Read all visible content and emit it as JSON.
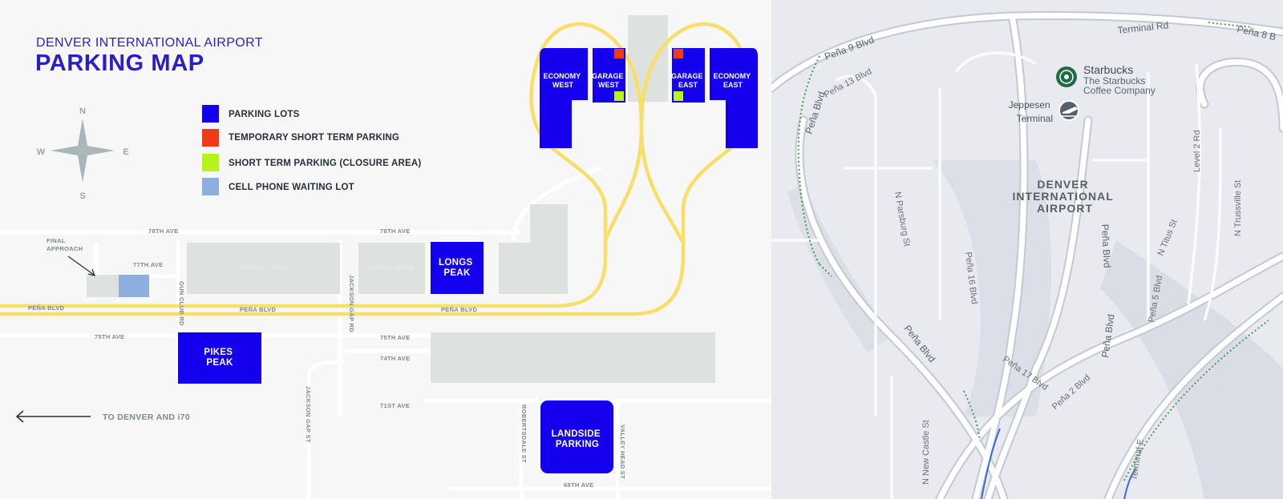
{
  "map": {
    "subtitle": "DENVER INTERNATIONAL AIRPORT",
    "title": "PARKING MAP",
    "compass": {
      "n": "N",
      "s": "S",
      "e": "E",
      "w": "W"
    },
    "legend": [
      {
        "label": "PARKING LOTS",
        "color": "#1400ec"
      },
      {
        "label": "TEMPORARY SHORT TERM PARKING",
        "color": "#f03a18"
      },
      {
        "label": "SHORT TERM PARKING (CLOSURE AREA)",
        "color": "#b7f21b"
      },
      {
        "label": "CELL PHONE WAITING LOT",
        "color": "#8eaee0"
      }
    ],
    "lots": {
      "economy_west": [
        "ECONOMY",
        "WEST"
      ],
      "garage_west": [
        "GARAGE",
        "WEST"
      ],
      "garage_east": [
        "GARAGE",
        "EAST"
      ],
      "economy_east": [
        "ECONOMY",
        "EAST"
      ],
      "longs_peak": [
        "LONGS",
        "PEAK"
      ],
      "pikes_peak": [
        "PIKES",
        "PEAK"
      ],
      "landside": [
        "LANDSIDE",
        "PARKING"
      ]
    },
    "rental_cars": "RENTAL CARS",
    "final_approach": [
      "FINAL",
      "APPROACH"
    ],
    "to_denver": "TO DENVER AND i70",
    "streets": {
      "ave78_left": "78TH AVE",
      "ave78_right": "78TH AVE",
      "ave77": "77TH AVE",
      "ave75_left": "75TH AVE",
      "ave75_right": "75TH AVE",
      "ave74": "74TH AVE",
      "ave71": "71ST AVE",
      "ave68": "68TH AVE",
      "pena_1": "PEÑA BLVD",
      "pena_2": "PEÑA BLVD",
      "pena_3": "PEÑA BLVD",
      "gun_club": "GUN CLUB RD",
      "jackson_gap_rd": "JACKSON GAP RD",
      "jackson_gap_st": "JACKSON GAP ST",
      "robertsdale": "ROBERTSDALE ST",
      "valley_head": "VALLEY HEAD ST"
    },
    "colors": {
      "lot": "#1400ec",
      "road": "#f8df6a",
      "block": "#dde2df",
      "temp": "#f03a18",
      "closure": "#b7f21b",
      "cell": "#8eaee0"
    }
  },
  "street_map": {
    "poi_name": "Starbucks",
    "poi_sub": [
      "The Starbucks",
      "Coffee Company"
    ],
    "terminal": [
      "Jeppesen",
      "Terminal"
    ],
    "airport": [
      "DENVER",
      "INTERNATIONAL",
      "AIRPORT"
    ],
    "roads": {
      "pena9": "Peña 9 Blvd",
      "terminal_rd": "Terminal Rd",
      "pena8": "Peña 8 B",
      "pena13": "Peña 13 Blvd",
      "pena_blvd_top": "Peña Blvd",
      "level2": "Level 2 Rd",
      "trussville": "N Trussville St",
      "parsburg": "N Parsburg St",
      "pena16": "Peña 16 Blvd",
      "pena_blvd_mid": "Peña Blvd",
      "titus": "N Titus St",
      "pena5": "Peña 5 Blvd",
      "pena_blvd_low": "Peña Blvd",
      "pena_blvd_left": "Peña Blvd",
      "pena17": "Peña 17 Blvd",
      "pena2": "Peña 2 Blvd",
      "castle": "N New Castle St",
      "terminal_e": "Terminal E"
    },
    "icons": {
      "poi": "starbucks-icon",
      "terminal": "airplane-departure-icon"
    }
  }
}
